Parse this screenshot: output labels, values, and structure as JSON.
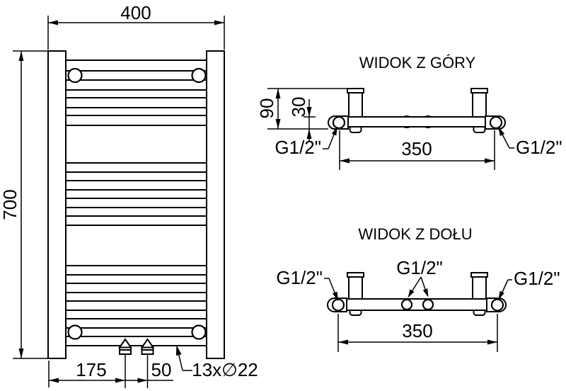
{
  "front_view": {
    "dim_width": "400",
    "dim_height": "700",
    "dim_left_to_valve": "175",
    "dim_valve_spacing": "50",
    "tube_note": "13x∅22"
  },
  "top_view": {
    "title": "WIDOK Z GÓRY",
    "dim_depth": "90",
    "dim_offset": "30",
    "dim_spacing": "350",
    "thread_left": "G1/2\"",
    "thread_right": "G1/2\""
  },
  "bottom_view": {
    "title": "WIDOK Z DOŁU",
    "thread_left": "G1/2\"",
    "thread_center": "G1/2\"",
    "thread_right": "G1/2\"",
    "dim_spacing": "350"
  }
}
